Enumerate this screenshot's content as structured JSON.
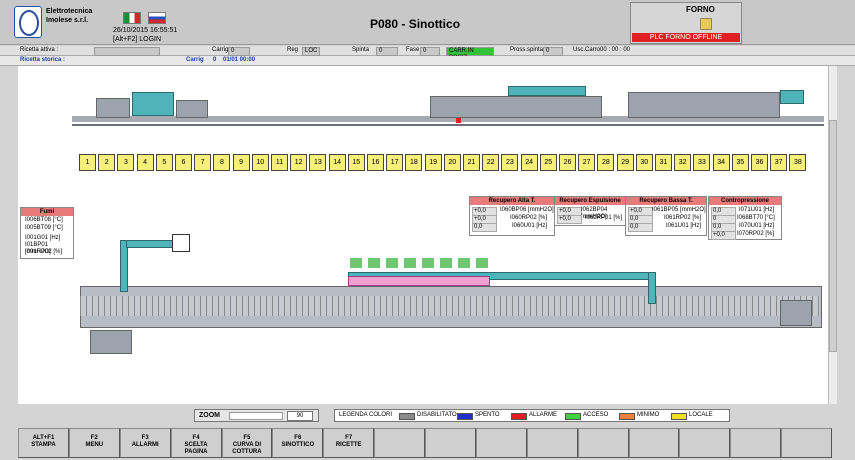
{
  "header": {
    "company_line1": "Elettrotecnica",
    "company_line2": "Imolese s.r.l.",
    "datetime": "26/10/2015 16:55:51",
    "login": "[Alt+F2] LOGIN",
    "title": "P080 - Sinottico",
    "forno_label": "FORNO",
    "plc_status": "PLC FORNO OFFLINE",
    "colors": {
      "plc_offline": "#e02020"
    }
  },
  "status_row1": {
    "ricetta_attiva_label": "Ricetta attiva :",
    "carrig_label": "Carrig",
    "carrig_value": "0",
    "reg_label": "Reg",
    "reg_value": "LOC",
    "spinta_label": "Spinta",
    "spinta_value": "0",
    "fase_label": "Fase",
    "fase_value": "0",
    "carr_status": "CARR.IN POSIZ.",
    "pross_spinta_label": "Pross.spinta",
    "pross_spinta_value": "0",
    "usc_carro_label": "Usc.Carro",
    "usc_carro_value": "00 : 00 : 00"
  },
  "status_row2": {
    "ricetta_storica_label": "Ricetta storica :",
    "carrig_label": "Carrig",
    "carrig_value": "0",
    "time_value": "01/01 00:00"
  },
  "zones": [
    "1",
    "2",
    "3",
    "4",
    "5",
    "6",
    "7",
    "8",
    "9",
    "10",
    "11",
    "12",
    "13",
    "14",
    "15",
    "16",
    "17",
    "18",
    "19",
    "20",
    "21",
    "22",
    "23",
    "24",
    "25",
    "26",
    "27",
    "28",
    "29",
    "30",
    "31",
    "32",
    "33",
    "34",
    "35",
    "36",
    "37",
    "38"
  ],
  "fumi": {
    "title": "Fumi",
    "rows": [
      "I006BT08 [°C]",
      "I005BT09 [°C]",
      "I001G01 [Hz]",
      "I01BP01 [mmH2O]",
      "I001RP02 [%]"
    ]
  },
  "panels": [
    {
      "title": "Recupero Alta T.",
      "rows": [
        {
          "value": "+0,0",
          "label": "I060BP06 [mmH2O]"
        },
        {
          "value": "+0,0",
          "label": "I060RP02 [%]"
        },
        {
          "value": "0,0",
          "label": "I060U01 [Hz]"
        }
      ]
    },
    {
      "title": "Recupero Espulsione",
      "rows": [
        {
          "value": "+0,0",
          "label": "I062BP04 [mmH2O]"
        },
        {
          "value": "+0,0",
          "label": "I062RP01 [%]"
        }
      ]
    },
    {
      "title": "Recupero Bassa T.",
      "rows": [
        {
          "value": "+0,0",
          "label": "I061BP05 [mmH2O]"
        },
        {
          "value": "0,0",
          "label": "I061RP02 [%]"
        },
        {
          "value": "0,0",
          "label": "I061U01 [Hz]"
        }
      ]
    },
    {
      "title": "Contropressione",
      "rows": [
        {
          "value": "0,0",
          "label": "I071U01 [Hz]"
        },
        {
          "value": "0",
          "label": "I068BT70 [°C]"
        },
        {
          "value": "0,0",
          "label": "I070U01 [Hz]"
        },
        {
          "value": "+0,0",
          "label": "I070RP02 [%]"
        }
      ]
    }
  ],
  "zoom": {
    "label": "ZOOM",
    "value": "90"
  },
  "legend": {
    "title": "LEGENDA COLORI",
    "items": [
      {
        "label": "DISABILITATO",
        "color": "#8a8a8a"
      },
      {
        "label": "SPENTO",
        "color": "#2030d0"
      },
      {
        "label": "ALLARME",
        "color": "#e02020"
      },
      {
        "label": "ACCESO",
        "color": "#40d040"
      },
      {
        "label": "MINIMO",
        "color": "#f08040"
      },
      {
        "label": "LOCALE",
        "color": "#f0e020"
      }
    ]
  },
  "function_keys": [
    "ALT+F1\nSTAMPA",
    "F2\nMENU",
    "F3\nALLARMI",
    "F4\nSCELTA\nPAGINA",
    "F5\nCURVA DI\nCOTTURA",
    "F6\nSINOTTICO",
    "F7\nRICETTE",
    "",
    "",
    "",
    "",
    "",
    "",
    "",
    "",
    ""
  ]
}
